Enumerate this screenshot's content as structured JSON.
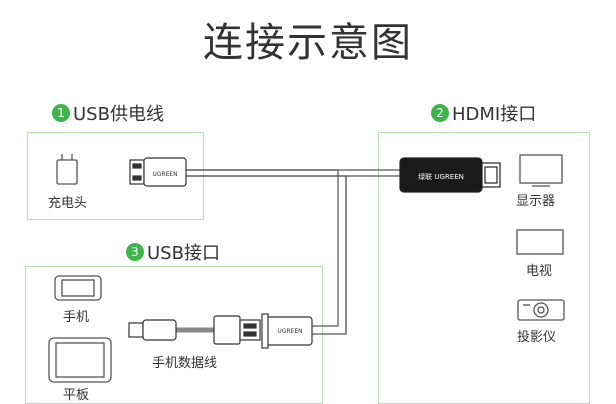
{
  "title": "连接示意图",
  "sections": {
    "usb_power": {
      "number": "1",
      "label": "USB供电线"
    },
    "hdmi_port": {
      "number": "2",
      "label": "HDMI接口"
    },
    "usb_port": {
      "number": "3",
      "label": "USB接口"
    }
  },
  "captions": {
    "charger": "充电头",
    "monitor": "显示器",
    "tv": "电视",
    "projector": "投影仪",
    "phone": "手机",
    "tablet": "平板",
    "phone_cable": "手机数据线"
  },
  "brand": {
    "plug_text": "UGREEN",
    "hdmi_text": "绿联 UGREEN",
    "adapter_text": "UGREEN"
  },
  "colors": {
    "accent": "#3db54a",
    "box_border": "#b9dfb0",
    "line": "#555555"
  }
}
